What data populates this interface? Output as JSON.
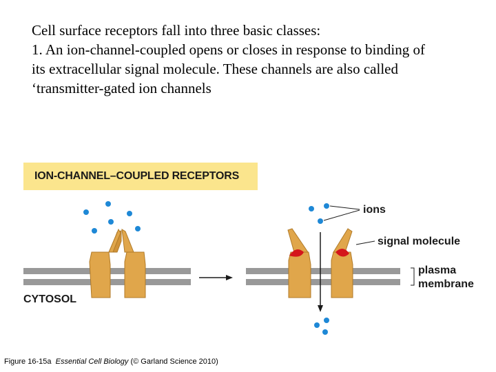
{
  "intro": {
    "lines": [
      "Cell surface receptors fall into three basic classes:",
      "1.  An ion-channel-coupled opens or closes in response to binding of",
      "its extracellular signal molecule. These channels are also called",
      "‘transmitter-gated ion channels"
    ]
  },
  "figure": {
    "banner_title": "ION-CHANNEL–COUPLED  RECEPTORS",
    "cytosol_label": "CYTOSOL",
    "labels": {
      "ions": "ions",
      "signal_molecule": "signal molecule",
      "plasma_membrane_line1": "plasma",
      "plasma_membrane_line2": "membrane"
    },
    "colors": {
      "banner": "#fbe58d",
      "protein": "#e0a64b",
      "protein_outline": "#b07a28",
      "membrane": "#999999",
      "ion": "#1e88d6",
      "signal_molecule": "#d4151b"
    }
  },
  "caption": {
    "figure_ref": "Figure 16-15a",
    "book": "Essential Cell Biology",
    "credit": "(© Garland Science 2010)"
  }
}
